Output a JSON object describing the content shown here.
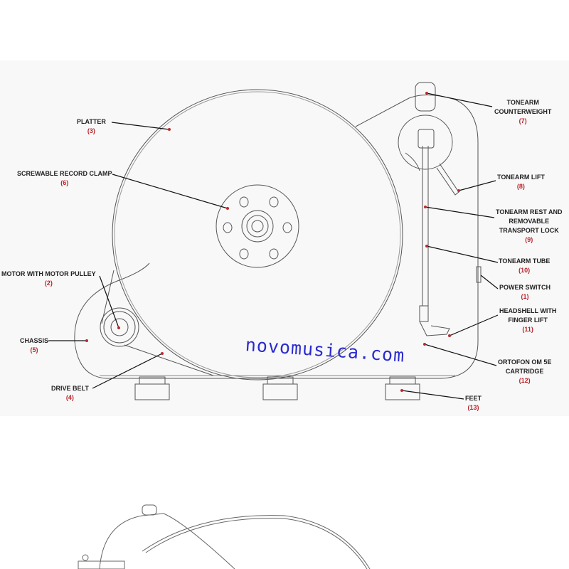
{
  "labels": [
    {
      "id": "platter",
      "name": "PLATTER",
      "num": "(3)"
    },
    {
      "id": "clamp",
      "name": "SCREWABLE RECORD CLAMP",
      "num": "(6)"
    },
    {
      "id": "motor",
      "name": "MOTOR WITH MOTOR PULLEY",
      "num": "(2)"
    },
    {
      "id": "chassis",
      "name": "CHASSIS",
      "num": "(5)"
    },
    {
      "id": "belt",
      "name": "DRIVE BELT",
      "num": "(4)"
    },
    {
      "id": "counterweight",
      "name": "TONEARM\nCOUNTERWEIGHT",
      "num": "(7)"
    },
    {
      "id": "lift",
      "name": "TONEARM LIFT",
      "num": "(8)"
    },
    {
      "id": "rest",
      "name": "TONEARM REST AND\nREMOVABLE\nTRANSPORT LOCK",
      "num": "(9)"
    },
    {
      "id": "tube",
      "name": "TONEARM TUBE",
      "num": "(10)"
    },
    {
      "id": "power",
      "name": "POWER SWITCH",
      "num": "(1)"
    },
    {
      "id": "headshell",
      "name": "HEADSHELL WITH\nFINGER LIFT",
      "num": "(11)"
    },
    {
      "id": "cartridge",
      "name": "ORTOFON OM 5E\nCARTRIDGE",
      "num": "(12)"
    },
    {
      "id": "feet",
      "name": "FEET",
      "num": "(13)"
    }
  ],
  "watermark": "novomusica.com",
  "colors": {
    "line": "#555555",
    "leader": "#111111",
    "dot": "#c0282d",
    "number": "#b8242a",
    "watermark": "#2b2bd0"
  }
}
